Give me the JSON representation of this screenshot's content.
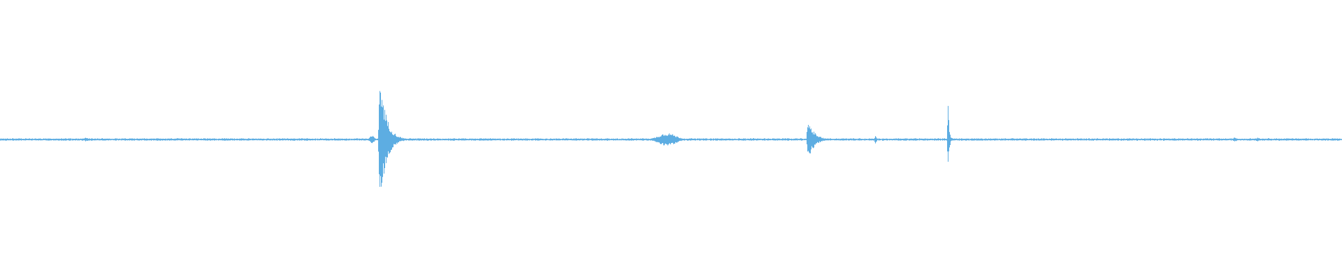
{
  "waveform": {
    "color": "#5dade2",
    "background": "#ffffff",
    "duration": 1,
    "events": [
      {
        "t": 0.064,
        "amp": 0.03,
        "kind": "blip"
      },
      {
        "t": 0.18,
        "amp": 0.01,
        "kind": "blip"
      },
      {
        "t": 0.277,
        "amp": 0.06,
        "kind": "blip"
      },
      {
        "t": 0.283,
        "amp": 1.0,
        "kind": "burst"
      },
      {
        "t": 0.365,
        "amp": 0.02,
        "kind": "blip"
      },
      {
        "t": 0.497,
        "amp": 0.1,
        "kind": "hum"
      },
      {
        "t": 0.602,
        "amp": 0.3,
        "kind": "burst"
      },
      {
        "t": 0.652,
        "amp": 0.1,
        "kind": "spike"
      },
      {
        "t": 0.706,
        "amp": 0.77,
        "kind": "spike"
      },
      {
        "t": 0.92,
        "amp": 0.03,
        "kind": "blip"
      },
      {
        "t": 0.937,
        "amp": 0.03,
        "kind": "blip"
      }
    ]
  }
}
